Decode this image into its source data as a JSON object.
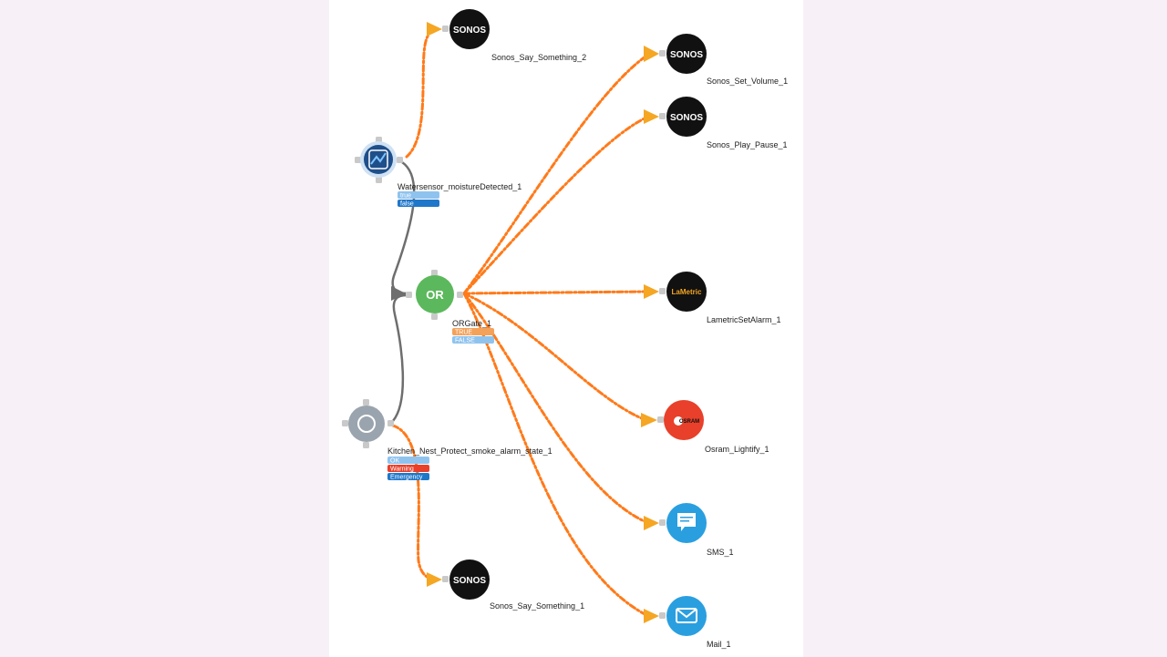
{
  "nodes": {
    "sonos_say_2": {
      "label": "Sonos_Say_Something_2",
      "logo": "SONOS",
      "color": "#111111",
      "icon": "sonos-logo"
    },
    "sonos_set_volume": {
      "label": "Sonos_Set_Volume_1",
      "logo": "SONOS",
      "color": "#111111",
      "icon": "sonos-logo"
    },
    "sonos_play_pause": {
      "label": "Sonos_Play_Pause_1",
      "logo": "SONOS",
      "color": "#111111",
      "icon": "sonos-logo"
    },
    "watersensor": {
      "label": "Watersensor_moistureDetected_1",
      "color": "#1f4f8a",
      "icon": "water-sensor-icon",
      "badges": [
        {
          "text": "true",
          "color": "#8fc3ee"
        },
        {
          "text": "false",
          "color": "#1f77c9"
        }
      ]
    },
    "or_gate": {
      "label": "ORGate_1",
      "logo": "OR",
      "color": "#5cb85c",
      "icon": "or-gate-icon",
      "badges": [
        {
          "text": "TRUE",
          "color": "#f4a15a"
        },
        {
          "text": "FALSE",
          "color": "#8fc3ee"
        }
      ]
    },
    "lametric": {
      "label": "LametricSetAlarm_1",
      "logo": "LaMetric",
      "color": "#111111",
      "icon": "lametric-logo"
    },
    "osram": {
      "label": "Osram_Lightify_1",
      "logo": "OSRAM",
      "color": "#e8402a",
      "icon": "bulb-icon"
    },
    "sms": {
      "label": "SMS_1",
      "color": "#2a9fe0",
      "icon": "sms-icon"
    },
    "mail": {
      "label": "Mail_1",
      "color": "#2a9fe0",
      "icon": "mail-icon"
    },
    "smoke_alarm": {
      "label": "Kitchen_Nest_Protect_smoke_alarm_state_1",
      "color": "#9aa4ae",
      "icon": "smoke-detector-icon",
      "badges": [
        {
          "text": "OK",
          "color": "#8fc3ee"
        },
        {
          "text": "Warning",
          "color": "#e8402a"
        },
        {
          "text": "Emergency",
          "color": "#1f77c9"
        }
      ]
    },
    "sonos_say_1": {
      "label": "Sonos_Say_Something_1",
      "logo": "SONOS",
      "color": "#111111",
      "icon": "sonos-logo"
    }
  },
  "colors": {
    "flow": "#ff7a1a",
    "wire": "#6e6e6e",
    "port": "#c9c9c9"
  }
}
